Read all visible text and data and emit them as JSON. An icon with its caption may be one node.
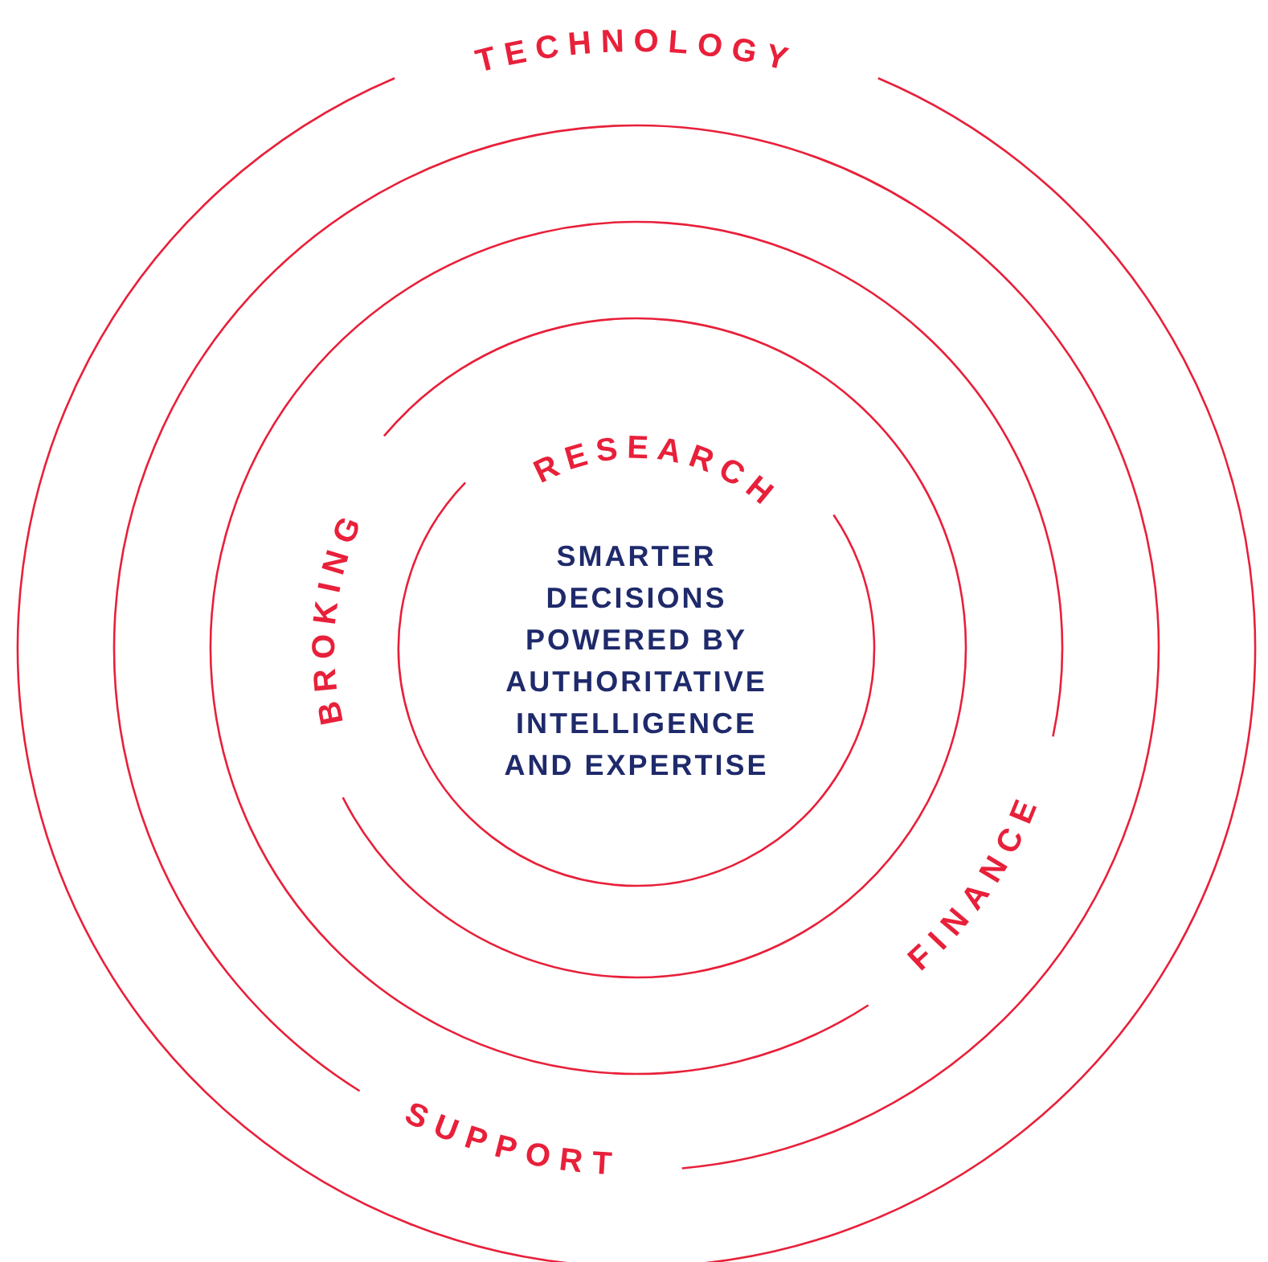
{
  "diagram": {
    "nodes": [
      {
        "text": [
          "TECHNOLOGY"
        ]
      },
      {
        "text": [
          "SUPPORT"
        ],
        "in": 0
      },
      {
        "text": [
          "FINANCE"
        ],
        "in": 1
      },
      {
        "text": [
          "BROKING"
        ],
        "in": 2
      },
      {
        "text": [
          "RESEARCH",
          "SMARTER DECISIONS POWERED BY AUTHORITATIVE INTELLIGENCE AND EXPERTISE"
        ],
        "in": 3
      }
    ]
  }
}
